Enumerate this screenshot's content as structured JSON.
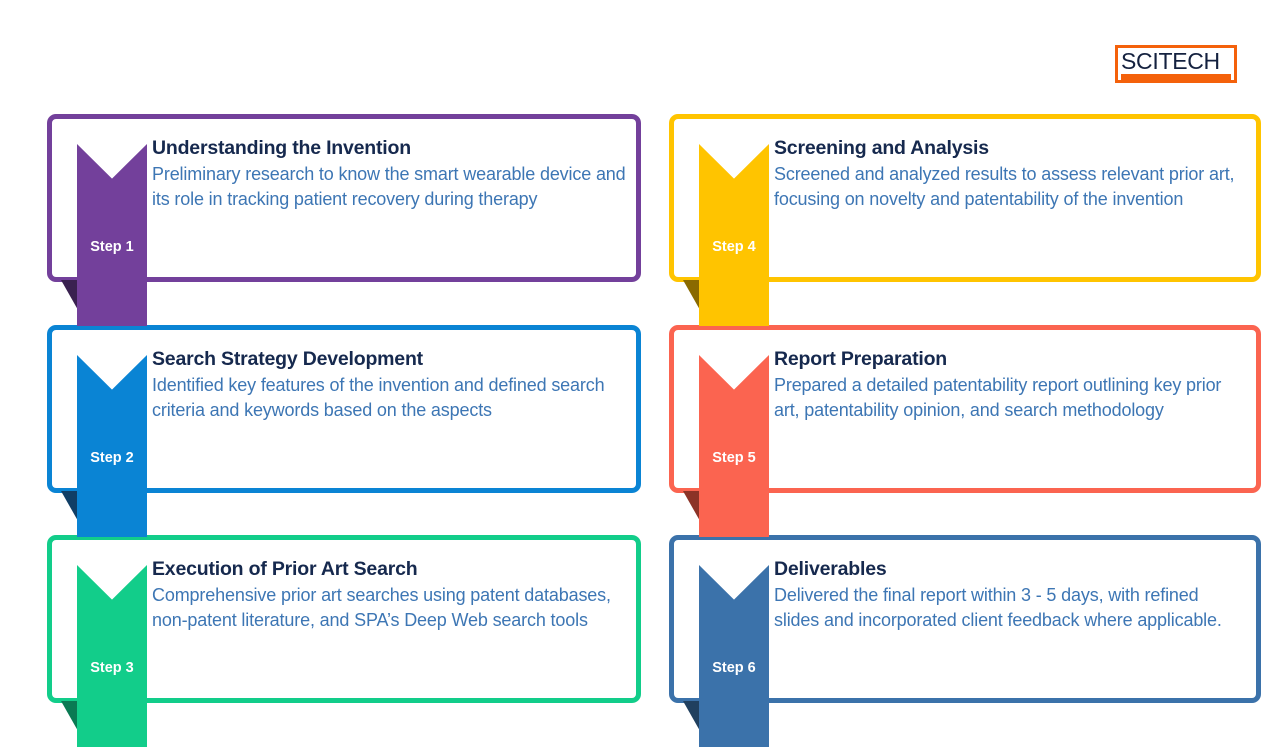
{
  "logo": {
    "name": "scitech-logo",
    "text": "SCITECH",
    "border_color": "#F4610B",
    "bar_color": "#F4610B",
    "text_color": "#14213F"
  },
  "theme": {
    "title_color": "#16294E",
    "description_color": "#3D76B4",
    "card_background": "#FFFFFF",
    "page_background": "#FFFFFF",
    "step_label_color": "#FFFFFF"
  },
  "steps": [
    {
      "step_label": "Step 1",
      "title": "Understanding the Invention",
      "description": "Preliminary research to know the smart wearable device and its role in tracking patient recovery during therapy",
      "color": "#73409B",
      "shadow_color": "#3A2150",
      "column": "left",
      "row": 1
    },
    {
      "step_label": "Step 2",
      "title": "Search Strategy Development",
      "description": "Identified key features of the invention and defined search criteria and keywords based on the aspects",
      "color": "#0A84D4",
      "shadow_color": "#103E66",
      "column": "left",
      "row": 2
    },
    {
      "step_label": "Step 3",
      "title": "Execution of Prior Art Search",
      "description": "Comprehensive prior art searches using patent databases, non-patent literature, and SPA’s Deep Web search tools",
      "color": "#12CD8A",
      "shadow_color": "#0A7A53",
      "column": "left",
      "row": 3
    },
    {
      "step_label": "Step 4",
      "title": "Screening and Analysis",
      "description": "Screened and analyzed results to assess relevant prior art, focusing on novelty and patentability of the invention",
      "color": "#FFC400",
      "shadow_color": "#8A6A00",
      "column": "right",
      "row": 1
    },
    {
      "step_label": "Step 5",
      "title": "Report Preparation",
      "description": "Prepared a detailed patentability report outlining key prior art, patentability opinion, and search methodology",
      "color": "#FB6450",
      "shadow_color": "#8C3327",
      "column": "right",
      "row": 2
    },
    {
      "step_label": "Step 6",
      "title": "Deliverables",
      "description": "Delivered the final report within 3 - 5 days, with refined slides and incorporated client feedback where applicable.",
      "color": "#3B72AA",
      "shadow_color": "#20405F",
      "column": "right",
      "row": 3
    }
  ]
}
